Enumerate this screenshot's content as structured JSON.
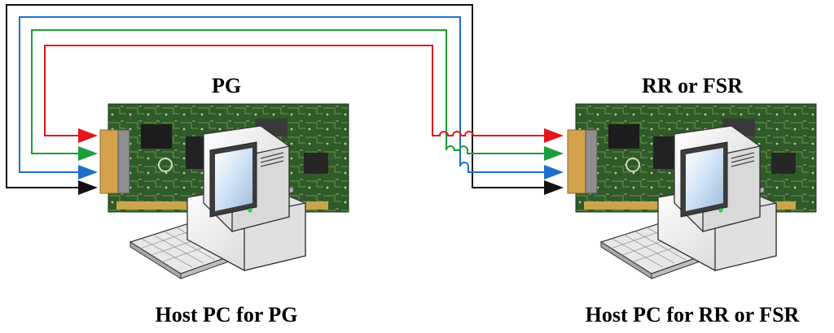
{
  "labels": {
    "left_card": "PG",
    "right_card": "RR or FSR",
    "left_host": "Host PC for PG",
    "right_host": "Host PC for RR or FSR"
  },
  "cables": [
    {
      "color": "#e4151c",
      "name": "red"
    },
    {
      "color": "#1a9e3a",
      "name": "green"
    },
    {
      "color": "#1f6fc9",
      "name": "blue"
    },
    {
      "color": "#111111",
      "name": "black"
    }
  ],
  "colors": {
    "pcb": "#2f5a2a",
    "pcb_trace": "#6e9a4a",
    "connector": "#d4a24c",
    "computer_body": "#f2f2f2",
    "screen": "#cfe2f5"
  },
  "icons": [
    "pcb-card",
    "host-computer",
    "keyboard"
  ]
}
